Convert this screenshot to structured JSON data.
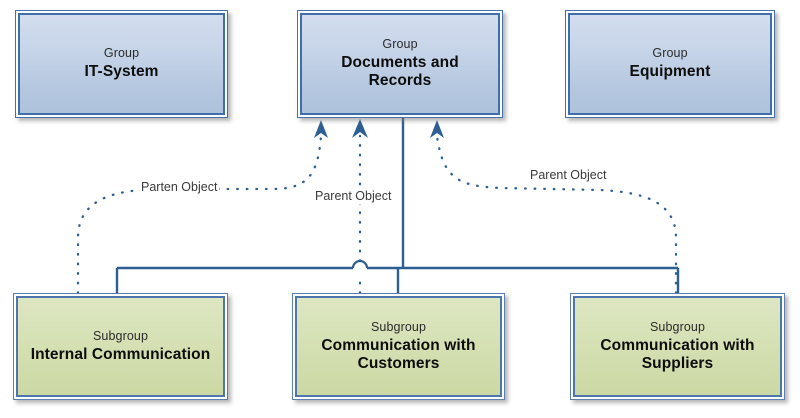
{
  "diagram": {
    "title": "Documents and Records group relationship diagram",
    "colors": {
      "group_fill_top": "#d3ddee",
      "group_fill_bottom": "#aec2dc",
      "subgroup_fill_top": "#dde6c2",
      "subgroup_fill_bottom": "#ccd9a5",
      "border_outer": "#4472a8",
      "border_inner": "#3f6fab",
      "connector_line": "#2e5f93",
      "arrow_fill": "#2e5f93",
      "label_text": "#3a3a3a",
      "background": "#ffffff"
    },
    "groups": [
      {
        "kind": "Group",
        "name": "IT-System"
      },
      {
        "kind": "Group",
        "name": "Documents and Records"
      },
      {
        "kind": "Group",
        "name": "Equipment"
      }
    ],
    "subgroups": [
      {
        "kind": "Subgroup",
        "name": "Internal Communication"
      },
      {
        "kind": "Subgroup",
        "name": "Communication with Customers"
      },
      {
        "kind": "Subgroup",
        "name": "Communication with Suppliers"
      }
    ],
    "edge_labels": [
      {
        "text": "Parten Object",
        "from": "Internal Communication",
        "to": "Documents and Records",
        "style": "dotted"
      },
      {
        "text": "Parent Object",
        "from": "Communication with Customers",
        "to": "Documents and Records",
        "style": "dotted"
      },
      {
        "text": "Parent Object",
        "from": "Communication with Suppliers",
        "to": "Documents and Records",
        "style": "dotted"
      }
    ],
    "tree_connector": {
      "style": "solid",
      "parent": "Documents and Records",
      "children": [
        "Internal Communication",
        "Communication with Customers",
        "Communication with Suppliers"
      ],
      "has_line_hop": true
    }
  }
}
